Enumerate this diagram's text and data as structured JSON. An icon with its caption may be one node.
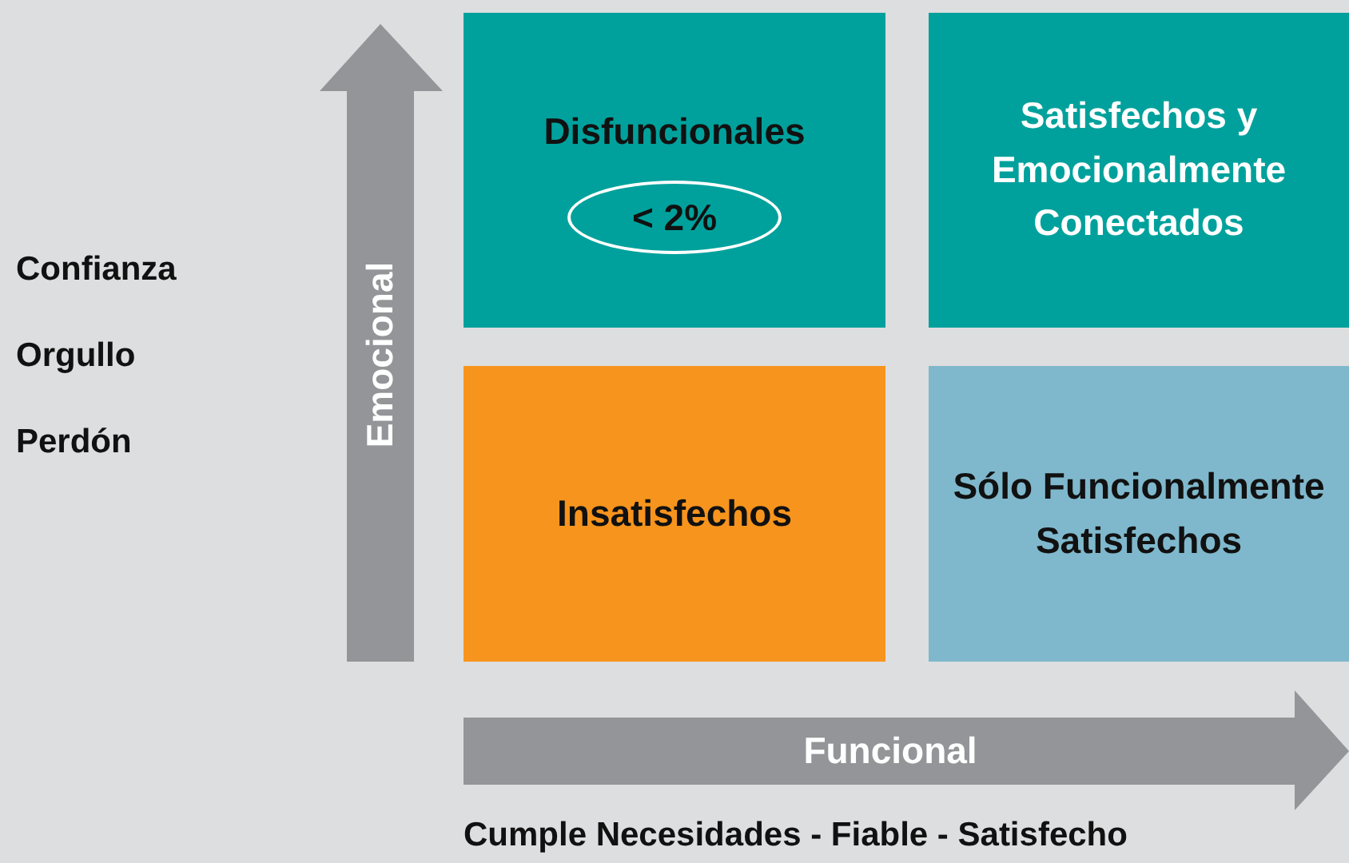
{
  "diagram": {
    "nodes": [
      {
        "text": [
          "Disfuncionales"
        ]
      },
      {
        "text": [
          "< 2%"
        ],
        "in": 0
      },
      {
        "text": [
          "Satisfechos y Emocionalmente Conectados"
        ]
      },
      {
        "text": [
          "Insatisfechos"
        ]
      },
      {
        "text": [
          "Sólo Funcionalmente Satisfechos"
        ]
      }
    ],
    "edges": [],
    "labels": [
      "Confianza",
      "Orgullo",
      "Perdón",
      "Emocional",
      "Funcional",
      "Cumple Necesidades - Fiable - Satisfecho"
    ]
  }
}
